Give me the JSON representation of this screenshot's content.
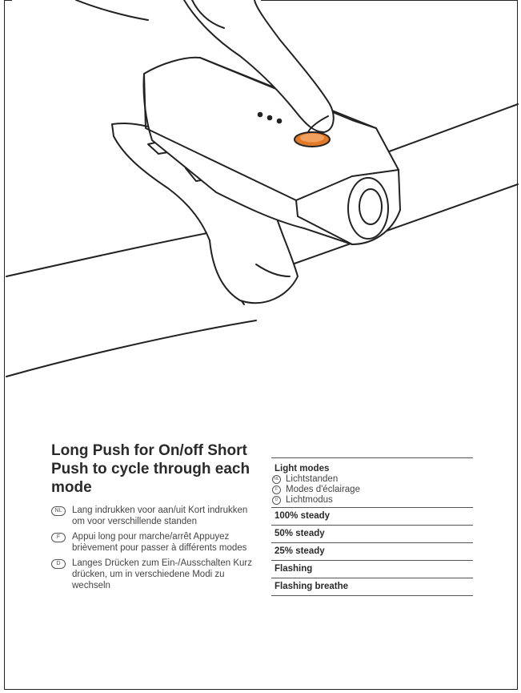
{
  "title": "Long Push for On/off Short Push to cycle through each mode",
  "instructions": [
    {
      "code": "NL",
      "text": "Lang indrukken voor aan/uit Kort indrukken om voor verschillende standen"
    },
    {
      "code": "F",
      "text": "Appui long pour marche/arrêt Appuyez brièvement pour passer à différents modes"
    },
    {
      "code": "D",
      "text": "Langes Drücken zum Ein-/Ausschalten Kurz drücken, um in verschiedene Modi zu wechseln"
    }
  ],
  "modes": {
    "heading": "Light modes",
    "translations": [
      {
        "code": "NL",
        "text": "Lichtstanden"
      },
      {
        "code": "F",
        "text": "Modes d'éclairage"
      },
      {
        "code": "D",
        "text": "Lichtmodus"
      }
    ],
    "items": [
      "100% steady",
      "50% steady",
      "25% steady",
      "Flashing",
      "Flashing breathe"
    ]
  },
  "colors": {
    "button_accent": "#e07a28",
    "line": "#222222"
  }
}
